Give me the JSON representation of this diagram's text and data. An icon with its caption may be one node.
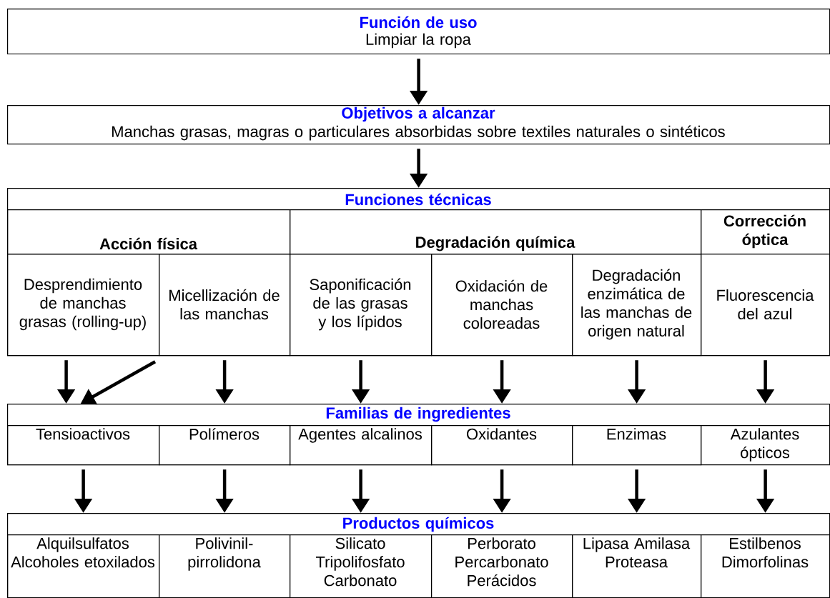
{
  "diagram": {
    "nodes": [
      {
        "text": [
          "Función de uso",
          "Limpiar la ropa"
        ]
      },
      {
        "text": [
          "Objetivos a alcanzar",
          "Manchas grasas, magras o particulares absorbidas sobre textiles naturales o sintéticos"
        ]
      },
      {
        "text": [
          "Funciones técnicas"
        ]
      },
      {
        "text": [
          "Acción física"
        ],
        "in": 2
      },
      {
        "text": [
          "Degradación química"
        ],
        "in": 2
      },
      {
        "text": [
          "Corrección óptica"
        ],
        "in": 2
      },
      {
        "text": [
          "Desprendimiento de manchas grasas (rolling-up)"
        ],
        "in": 2
      },
      {
        "text": [
          "Micellización de las manchas"
        ],
        "in": 2
      },
      {
        "text": [
          "Saponificación de las grasas y los lípidos"
        ],
        "in": 2
      },
      {
        "text": [
          "Oxidación de manchas coloreadas"
        ],
        "in": 2
      },
      {
        "text": [
          "Degradación enzimática de las manchas de origen natural"
        ],
        "in": 2
      },
      {
        "text": [
          "Fluorescencia del azul"
        ],
        "in": 2
      },
      {
        "text": [
          "Familias de ingredientes"
        ]
      },
      {
        "text": [
          "Tensioactivos"
        ],
        "in": 12
      },
      {
        "text": [
          "Polímeros"
        ],
        "in": 12
      },
      {
        "text": [
          "Agentes alcalinos"
        ],
        "in": 12
      },
      {
        "text": [
          "Oxidantes"
        ],
        "in": 12
      },
      {
        "text": [
          "Enzimas"
        ],
        "in": 12
      },
      {
        "text": [
          "Azulantes ópticos"
        ],
        "in": 12
      },
      {
        "text": [
          "Productos químicos"
        ]
      },
      {
        "text": [
          "Alquilsulfatos Alcoholes etoxilados"
        ],
        "in": 19
      },
      {
        "text": [
          "Polivinil-pirrolidona"
        ],
        "in": 19
      },
      {
        "text": [
          "Silicato Tripolifosfato Carbonato"
        ],
        "in": 19
      },
      {
        "text": [
          "Perborato Percarbonato Perácidos"
        ],
        "in": 19
      },
      {
        "text": [
          "Lipasa Amilasa Proteasa"
        ],
        "in": 19
      },
      {
        "text": [
          "Estilbenos Dimorfolinas"
        ],
        "in": 19
      }
    ],
    "edges": [
      {
        "from": 0,
        "to": 1,
        "arrow": "to"
      },
      {
        "from": 1,
        "to": 2,
        "arrow": "to"
      },
      {
        "from": 6,
        "to": 13,
        "arrow": "to"
      },
      {
        "from": 7,
        "to": 13,
        "arrow": "to"
      },
      {
        "from": 7,
        "to": 14,
        "arrow": "to"
      },
      {
        "from": 8,
        "to": 15,
        "arrow": "to"
      },
      {
        "from": 9,
        "to": 16,
        "arrow": "to"
      },
      {
        "from": 10,
        "to": 17,
        "arrow": "to"
      },
      {
        "from": 11,
        "to": 18,
        "arrow": "to"
      },
      {
        "from": 13,
        "to": 20,
        "arrow": "to"
      },
      {
        "from": 14,
        "to": 21,
        "arrow": "to"
      },
      {
        "from": 15,
        "to": 22,
        "arrow": "to"
      },
      {
        "from": 16,
        "to": 23,
        "arrow": "to"
      },
      {
        "from": 17,
        "to": 24,
        "arrow": "to"
      },
      {
        "from": 18,
        "to": 25,
        "arrow": "to"
      }
    ]
  }
}
